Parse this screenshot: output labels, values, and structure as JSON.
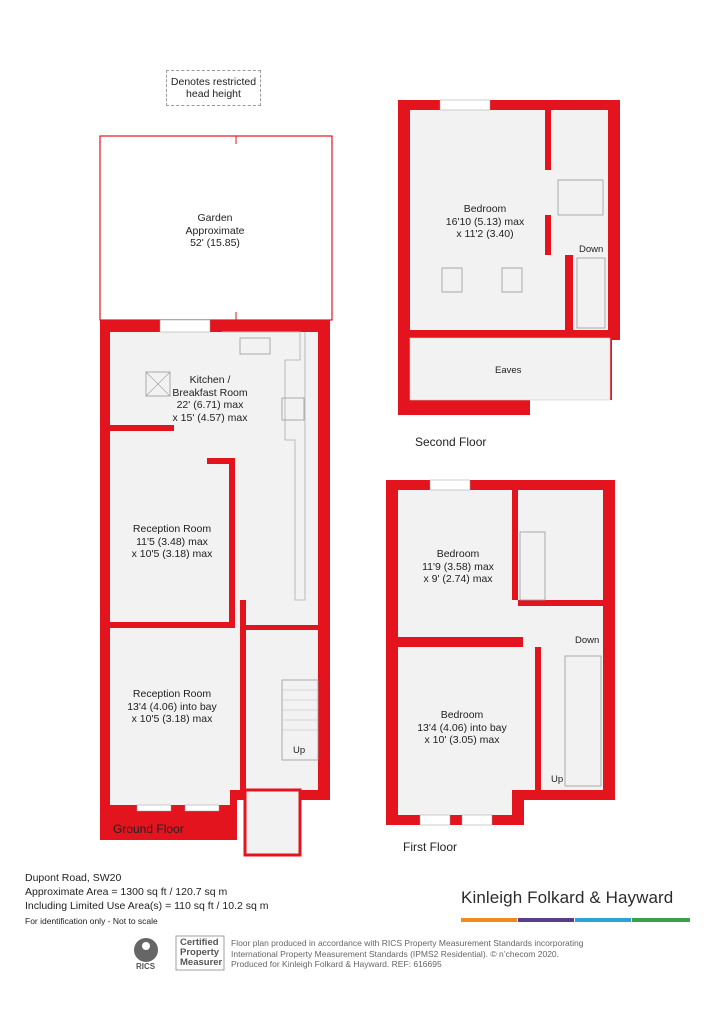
{
  "legend": {
    "line1": "Denotes restricted",
    "line2": "head height"
  },
  "garden": {
    "name": "Garden",
    "line2": "Approximate",
    "size": "52' (15.85)"
  },
  "ground_floor": {
    "label": "Ground Floor",
    "kitchen": {
      "name1": "Kitchen /",
      "name2": "Breakfast Room",
      "dim1": "22' (6.71) max",
      "dim2": "x 15' (4.57) max"
    },
    "reception1": {
      "name": "Reception Room",
      "dim1": "11'5 (3.48) max",
      "dim2": "x 10'5 (3.18) max"
    },
    "reception2": {
      "name": "Reception Room",
      "dim1": "13'4 (4.06) into bay",
      "dim2": "x 10'5 (3.18) max"
    },
    "stairs": "Up"
  },
  "second_floor": {
    "label": "Second Floor",
    "bedroom": {
      "name": "Bedroom",
      "dim1": "16'10 (5.13) max",
      "dim2": "x 11'2 (3.40)"
    },
    "eaves": "Eaves",
    "stairs": "Down"
  },
  "first_floor": {
    "label": "First Floor",
    "bedroom1": {
      "name": "Bedroom",
      "dim1": "11'9 (3.58) max",
      "dim2": "x 9' (2.74) max"
    },
    "bedroom2": {
      "name": "Bedroom",
      "dim1": "13'4 (4.06) into bay",
      "dim2": "x 10' (3.05) max"
    },
    "stairs_down": "Down",
    "stairs_up": "Up"
  },
  "footer": {
    "address": "Dupont Road, SW20",
    "area": "Approximate Area = 1300 sq ft / 120.7 sq m",
    "limited": "Including Limited Use Area(s) = 110 sq ft / 10.2 sq m",
    "note": "For identification only - Not to scale",
    "brand": "Kinleigh Folkard & Hayward",
    "rics_label": "RICS",
    "cert1": "Certified",
    "cert2": "Property",
    "cert3": "Measurer",
    "prod1": "Floor plan produced in accordance with RICS Property Measurement Standards incorporating",
    "prod2": "International Property Measurement Standards (IPMS2 Residential).  © n’checom 2020.",
    "prod3": "Produced for Kinleigh Folkard & Hayward.   REF: 616695"
  },
  "colors": {
    "wall": "#e3141e",
    "floor": "#f2f2f2",
    "brand_bar": [
      "#f08a1c",
      "#5a3e8c",
      "#2ba3d9",
      "#3aa04a"
    ]
  }
}
